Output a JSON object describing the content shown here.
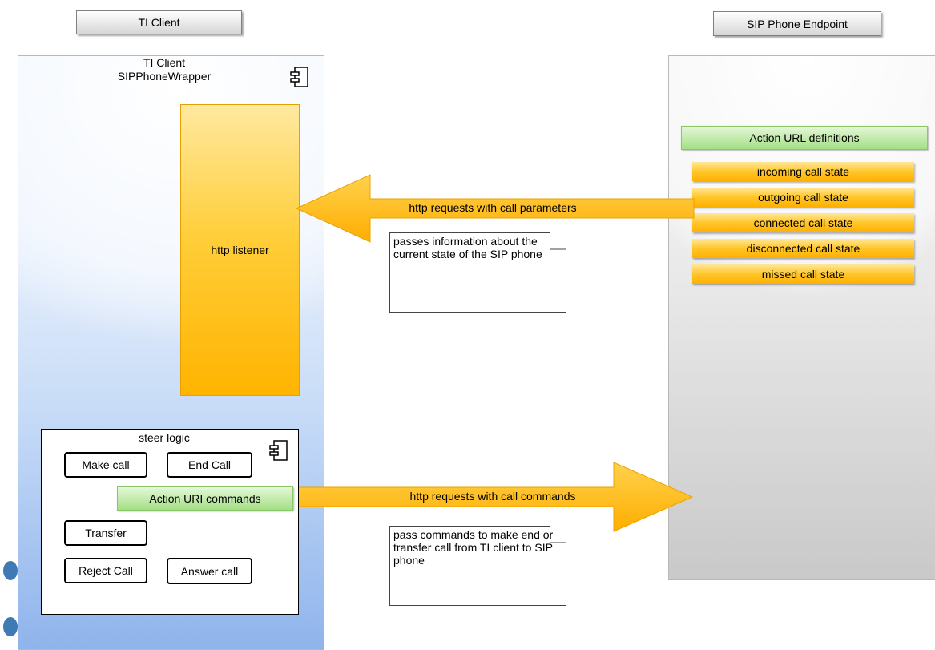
{
  "lanes": {
    "left_header": "TI Client",
    "right_header": "SIP Phone Endpoint"
  },
  "client_component": {
    "title_line1": "TI Client",
    "title_line2": "SIPPhoneWrapper",
    "http_listener": "http listener"
  },
  "steer_logic": {
    "title": "steer logic",
    "buttons": {
      "make_call": "Make call",
      "end_call": "End Call",
      "transfer": "Transfer",
      "reject_call": "Reject Call",
      "answer_call": "Answer call"
    },
    "action_uri": "Action URI commands"
  },
  "sip_endpoint": {
    "action_url_title": "Action URL definitions",
    "states": [
      "incoming call state",
      "outgoing call state",
      "connected call state",
      "disconnected call state",
      "missed call state"
    ]
  },
  "arrows": {
    "incoming_label": "http requests with call parameters",
    "outgoing_label": "http requests with call commands"
  },
  "notes": {
    "incoming_note": "passes information about the current state of the SIP phone",
    "outgoing_note": "pass commands to make end or transfer call from TI client to SIP phone"
  },
  "colors": {
    "arrow_fill": "#ffbf1a",
    "listener_fill": "#ffbf1a",
    "green_bar": "#a4df84",
    "client_blue": "#8fb4ec"
  }
}
